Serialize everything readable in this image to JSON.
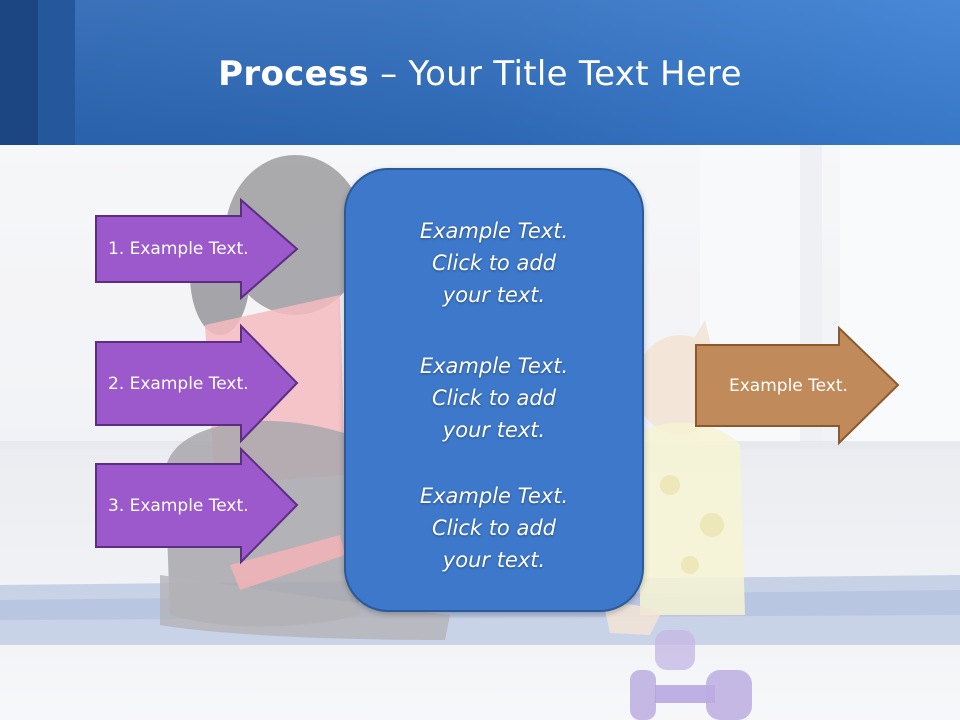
{
  "slide": {
    "title_bold": "Process",
    "title_rest": " – Your Title Text Here"
  },
  "left_arrows": [
    {
      "label": "1. Example Text.",
      "color": "#9b59cc"
    },
    {
      "label": "2. Example Text.",
      "color": "#9b59cc"
    },
    {
      "label": "3. Example Text.",
      "color": "#9b59cc"
    }
  ],
  "center_box": {
    "color": "#3d78ca",
    "blocks": [
      {
        "line1": "Example Text.",
        "line2": "Click  to add",
        "line3": "your text."
      },
      {
        "line1": "Example Text.",
        "line2": "Click  to add",
        "line3": "your text."
      },
      {
        "line1": "Example Text.",
        "line2": "Click  to add",
        "line3": "your text."
      }
    ]
  },
  "right_arrow": {
    "label": "Example Text.",
    "color": "#c08a5a"
  }
}
